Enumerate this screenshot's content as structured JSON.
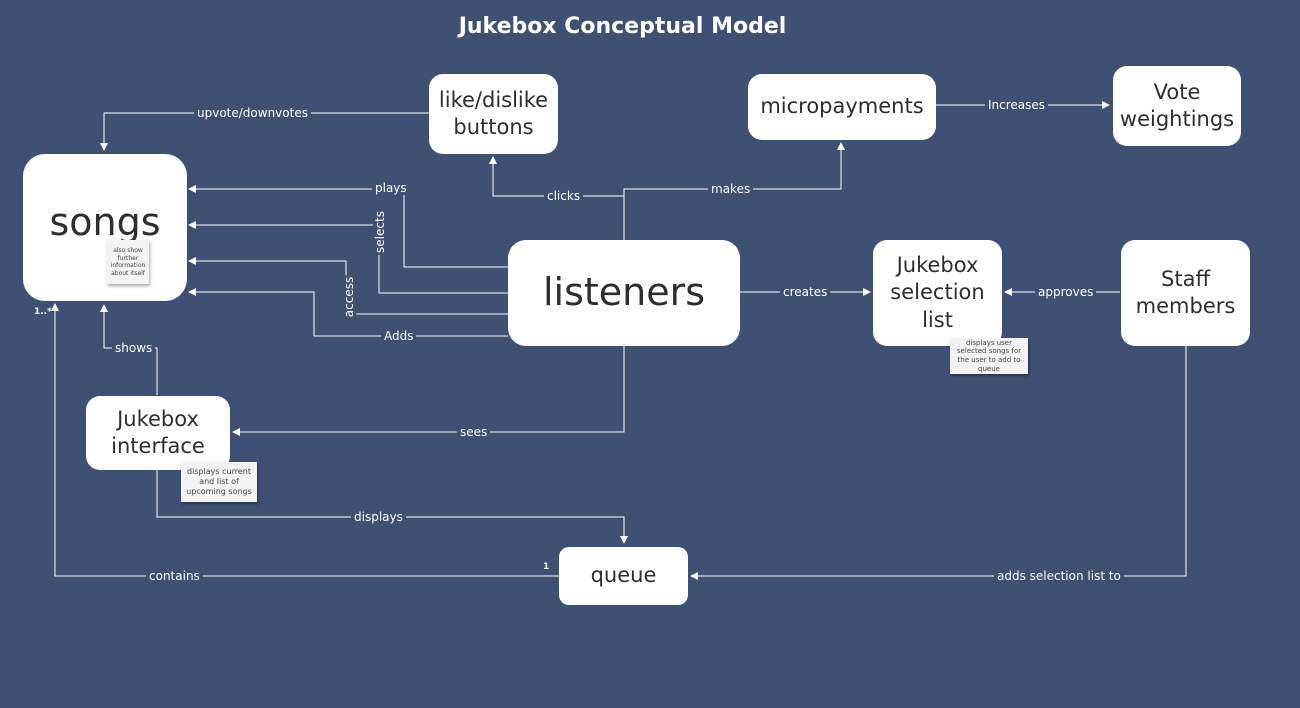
{
  "title": "Jukebox Conceptual Model",
  "nodes": {
    "songs": "songs",
    "like_dislike": "like/dislike buttons",
    "micropayments": "micropayments",
    "vote_weightings": "Vote weightings",
    "listeners": "listeners",
    "selection_list": "Jukebox selection list",
    "staff": "Staff members",
    "interface": "Jukebox interface",
    "queue": "queue"
  },
  "notes": {
    "songs": "also show further information about itself",
    "selection_list": "displays user selected songs for the user to add to queue",
    "interface": "displays current and list of upcoming songs"
  },
  "edges": {
    "upvote": "upvote/downvotes",
    "plays": "plays",
    "selects": "selects",
    "access": "access",
    "adds": "Adds",
    "clicks": "clicks",
    "makes": "makes",
    "increases": "Increases",
    "creates": "creates",
    "approves": "approves",
    "shows": "shows",
    "sees": "sees",
    "displays": "displays",
    "contains": "contains",
    "adds_selection": "adds selection list to"
  },
  "multiplicity": {
    "songs": "1..*",
    "queue": "1"
  },
  "colors": {
    "background": "#3f5173",
    "node": "#ffffff",
    "line": "#ffffff"
  }
}
